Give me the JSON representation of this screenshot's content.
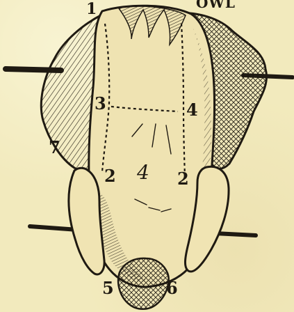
{
  "labels": {
    "top_one": "1",
    "top_owl": "OWL",
    "three": "3",
    "four_right": "4",
    "seven": "7",
    "two_left": "2",
    "four_center": "4",
    "two_right": "2",
    "five": "5",
    "six": "6"
  },
  "colors": {
    "paper": "#f2eabd",
    "ink": "#1f1a12",
    "pale_fill": "#efe3b2"
  },
  "icons": {
    "illustration": "trussed-fowl-engraving"
  }
}
